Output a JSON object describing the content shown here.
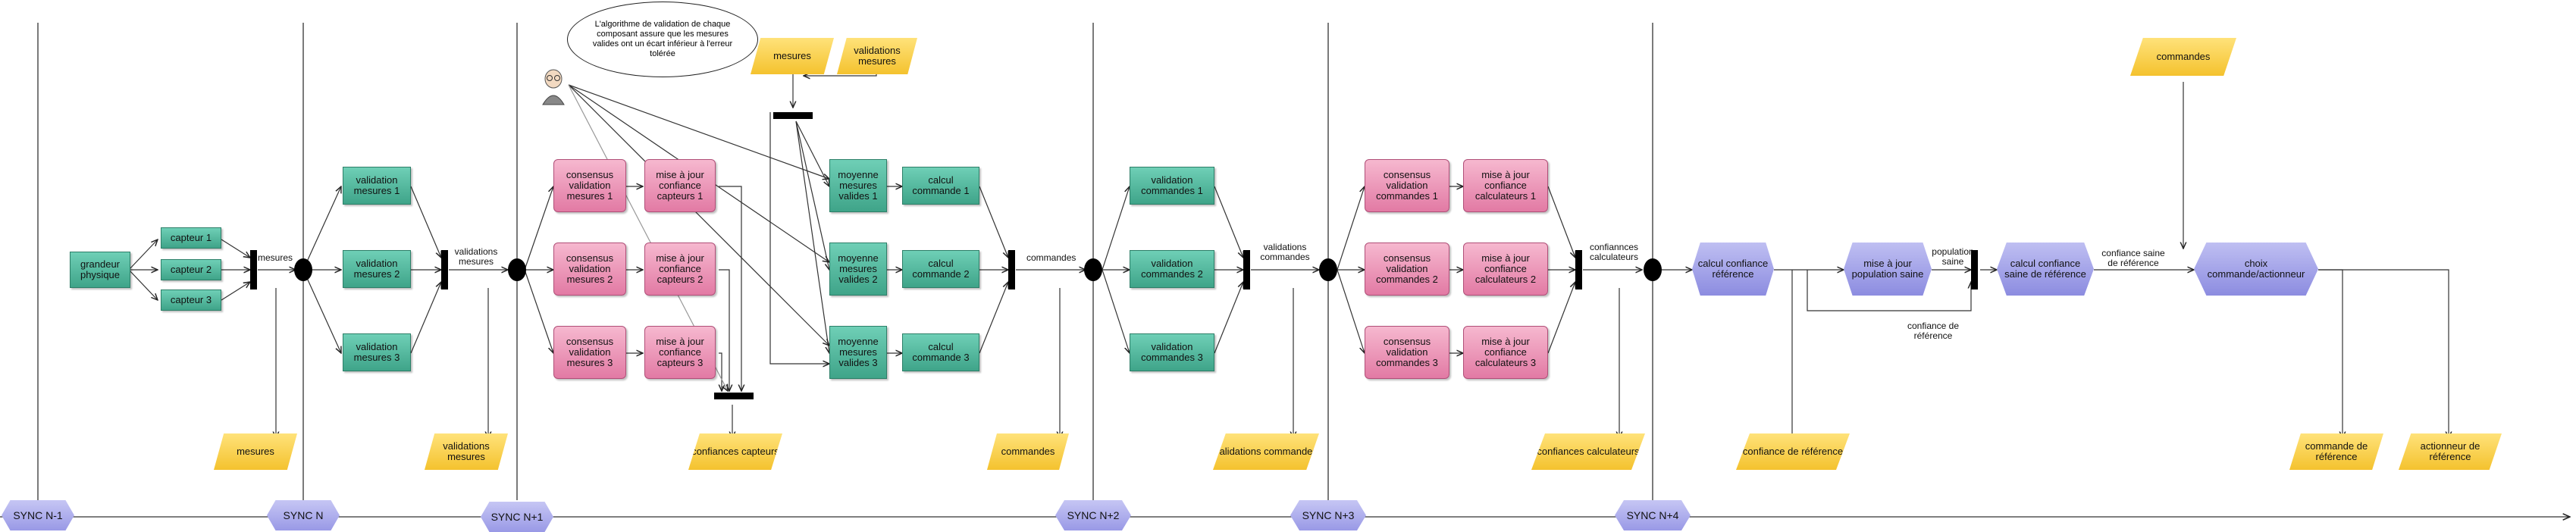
{
  "note": "L'algorithme de validation de chaque composant assure que les mesures valides ont un écart inférieur à l'erreur tolérée",
  "sync_labels": [
    "SYNC N-1",
    "SYNC N",
    "SYNC N+1",
    "SYNC N+2",
    "SYNC N+3",
    "SYNC N+4"
  ],
  "stage1": {
    "source": "grandeur physique",
    "sensors": [
      "capteur 1",
      "capteur 2",
      "capteur 3"
    ],
    "edge_label": "mesures",
    "output": "mesures"
  },
  "stage2": {
    "validations": [
      "validation mesures 1",
      "validation mesures 2",
      "validation mesures 3"
    ],
    "edge_label": "validations mesures",
    "output": "validations mesures"
  },
  "stage3": {
    "consensus": [
      "consensus validation mesures 1",
      "consensus validation mesures 2",
      "consensus validation mesures 3"
    ],
    "updates": [
      "mise à jour confiance capteurs 1",
      "mise à jour confiance capteurs 2",
      "mise à jour confiance capteurs 3"
    ],
    "averages": [
      "moyenne mesures valides 1",
      "moyenne mesures valides 2",
      "moyenne mesures valides 3"
    ],
    "computes": [
      "calcul commande 1",
      "calcul commande 2",
      "calcul commande 3"
    ],
    "input_mesures": "mesures",
    "input_validations": "validations mesures",
    "output_confiances": "confiances capteurs",
    "edge_label": "commandes",
    "output": "commandes"
  },
  "stage4": {
    "validations": [
      "validation commandes 1",
      "validation commandes 2",
      "validation commandes 3"
    ],
    "edge_label": "validations commandes",
    "output": "validations commandes"
  },
  "stage5": {
    "consensus": [
      "consensus validation commandes 1",
      "consensus validation commandes 2",
      "consensus validation commandes 3"
    ],
    "updates": [
      "mise à jour confiance calculateurs 1",
      "mise à jour confiance calculateurs 2",
      "mise à jour confiance calculateurs 3"
    ],
    "edge_label": "confiannces calculateurs",
    "output": "confiances calculateurs"
  },
  "stage6": {
    "calc_ref": "calcul confiance référence",
    "update_pop": "mise à jour population saine",
    "pop_label": "population saine",
    "ref_label": "confiance de référence",
    "calc_saine": "calcul confiance saine de référence",
    "saine_label": "confiance saine de référence",
    "choice": "choix commande/actionneur",
    "input_commandes": "commandes",
    "output_ref": "confiance de référence",
    "output_cmd_ref": "commande de référence",
    "output_act_ref": "actionneur de référence"
  },
  "colors": {
    "teal": "#4fb59a",
    "pink": "#ea92b6",
    "lavender": "#a4a4ea",
    "yellow": "#f7cd42"
  }
}
